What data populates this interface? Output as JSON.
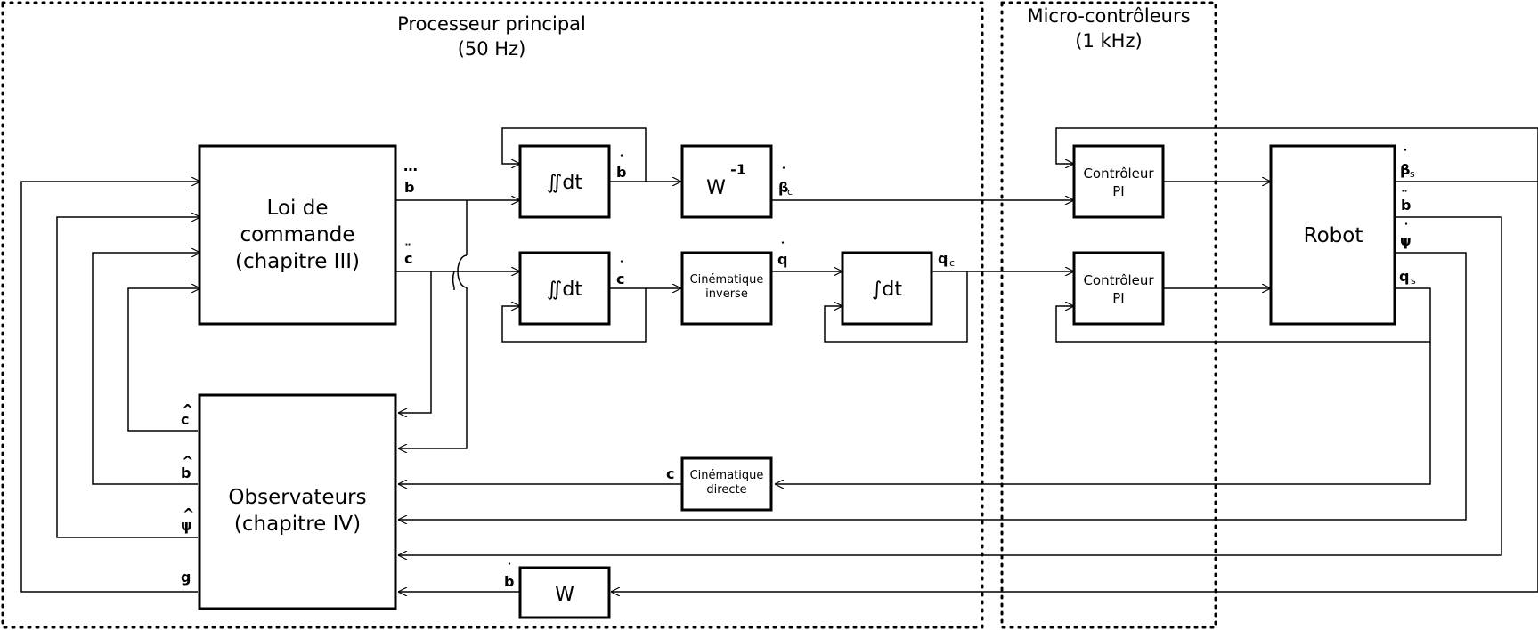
{
  "regions": {
    "main_processor": {
      "line1": "Processeur principal",
      "line2": "(50 Hz)"
    },
    "microcontrollers": {
      "line1": "Micro-contrôleurs",
      "line2": "(1 kHz)"
    }
  },
  "blocks": {
    "control_law": {
      "line1": "Loi de",
      "line2": "commande",
      "line3": "(chapitre III)"
    },
    "observers": {
      "line1": "Observateurs",
      "line2": "(chapitre IV)"
    },
    "double_integral_b": {
      "label": "∬dt"
    },
    "double_integral_c": {
      "label": "∬dt"
    },
    "w_inverse": {
      "base": "W",
      "exponent": "-1"
    },
    "inverse_kinematics": {
      "line1": "Cinématique",
      "line2": "inverse"
    },
    "integral_q": {
      "label": "∫dt"
    },
    "controller_1": {
      "line1": "Contrôleur",
      "line2": "PI"
    },
    "controller_2": {
      "line1": "Contrôleur",
      "line2": "PI"
    },
    "robot": {
      "label": "Robot"
    },
    "direct_kinematics": {
      "line1": "Cinématique",
      "line2": "directe"
    },
    "w": {
      "label": "W"
    }
  },
  "signals": {
    "b_dddot": "b",
    "c_ddot": "c",
    "b_dot": "b",
    "c_dot": "c",
    "beta_c": {
      "base": "β",
      "sub": "c"
    },
    "q_dot": "q",
    "q_c": {
      "base": "q",
      "sub": "c"
    },
    "beta_s": {
      "base": "β",
      "sub": "s"
    },
    "robot_b_ddot": "b",
    "psi_dot": "ψ",
    "q_s": {
      "base": "q",
      "sub": "s"
    },
    "c_hat": "c",
    "b_hat": "b",
    "psi_hat": "ψ",
    "g": "g",
    "c_out": "c",
    "b_dot_w": "b"
  },
  "icons": {
    "dot": "˙",
    "double_dot": "¨",
    "triple_dot": "⋯",
    "hat": "^"
  }
}
